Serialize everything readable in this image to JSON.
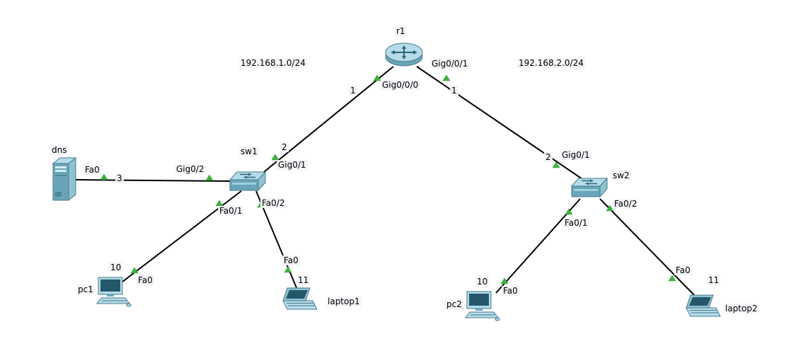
{
  "diagram": {
    "type": "network-topology",
    "tool_style": "packet-tracer-logical-view",
    "background": "#ffffff"
  },
  "colors": {
    "cable": "#000000",
    "link_up_indicator": "#3db53a",
    "device_light": "#b5dce8",
    "device_mid": "#8fc3d2",
    "device_dark": "#69a5b8",
    "device_screen": "#25576b",
    "label_background": "#f3f3f7"
  },
  "networks": [
    {
      "label": "192.168.1.0/24"
    },
    {
      "label": "192.168.2.0/24"
    }
  ],
  "devices": {
    "r1": {
      "label": "r1",
      "type": "router"
    },
    "sw1": {
      "label": "sw1",
      "type": "switch"
    },
    "sw2": {
      "label": "sw2",
      "type": "switch"
    },
    "dns": {
      "label": "dns",
      "type": "server"
    },
    "pc1": {
      "label": "pc1",
      "type": "pc"
    },
    "laptop1": {
      "label": "laptop1",
      "type": "laptop"
    },
    "pc2": {
      "label": "pc2",
      "type": "pc"
    },
    "laptop2": {
      "label": "laptop2",
      "type": "laptop"
    }
  },
  "links": [
    {
      "from": "r1",
      "from_if": "Gig0/0/0",
      "from_num": "1",
      "to": "sw1",
      "to_if": "Gig0/1",
      "to_num": "2",
      "status": "up"
    },
    {
      "from": "r1",
      "from_if": "Gig0/0/1",
      "from_num": "1",
      "to": "sw2",
      "to_if": "Gig0/1",
      "to_num": "2",
      "status": "up"
    },
    {
      "from": "dns",
      "from_if": "Fa0",
      "from_num": "3",
      "to": "sw1",
      "to_if": "Gig0/2",
      "status": "up"
    },
    {
      "from": "sw1",
      "from_if": "Fa0/1",
      "to": "pc1",
      "to_if": "Fa0",
      "to_num": "10",
      "status": "up"
    },
    {
      "from": "sw1",
      "from_if": "Fa0/2",
      "to": "laptop1",
      "to_if": "Fa0",
      "to_num": "11",
      "status": "up"
    },
    {
      "from": "sw2",
      "from_if": "Fa0/1",
      "to": "pc2",
      "to_if": "Fa0",
      "to_num": "10",
      "status": "up"
    },
    {
      "from": "sw2",
      "from_if": "Fa0/2",
      "to": "laptop2",
      "to_if": "Fa0",
      "to_num": "11",
      "status": "up"
    }
  ]
}
